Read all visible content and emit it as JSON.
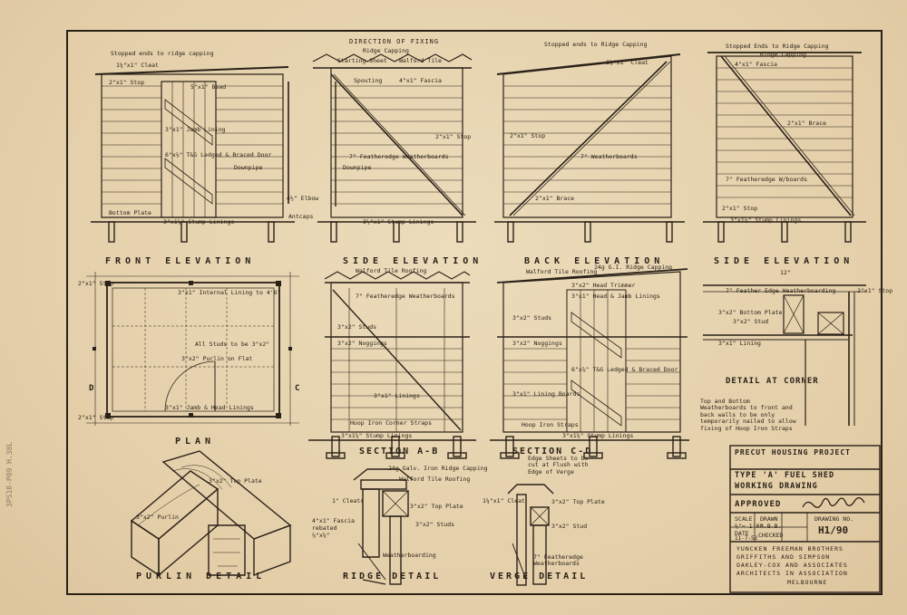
{
  "titles": {
    "front_elevation": "FRONT ELEVATION",
    "side_elevation_1": "SIDE ELEVATION",
    "back_elevation": "BACK ELEVATION",
    "side_elevation_2": "SIDE ELEVATION",
    "plan": "PLAN",
    "section_ab": "SECTION A-B",
    "section_cd": "SECTION C-D",
    "detail_corner": "DETAIL AT CORNER",
    "purlin_detail": "PURLIN DETAIL",
    "ridge_detail": "RIDGE DETAIL",
    "verge_detail": "VERGE DETAIL"
  },
  "notes": {
    "front": [
      "Stopped ends to ridge capping",
      "1¼\"x1\" Cleat",
      "2\"x1\" Stop",
      "5\"x1\" Bead",
      "3\"x1\" Jamb Lining",
      "6\"x⅞\" T&G Ledged & Braced Door",
      "Downpipe",
      "4½\" Elbow",
      "Antcaps",
      "Bottom Plate",
      "3\"x1⅝\" Stump Linings"
    ],
    "side1": [
      "DIRECTION OF FIXING",
      "Ridge Capping",
      "Starting Sheet",
      "Walford Tile",
      "Spouting",
      "4\"x1\" Fascia",
      "2\"x1\" Stop",
      "7\" Featheredge Weatherboards",
      "Downpipe",
      "3½\"x1\" Stump Linings"
    ],
    "back": [
      "Stopped ends to Ridge Capping",
      "1¼\"x1\" Cleat",
      "2\"x1\" Stop",
      "7\" Weatherboards",
      "2\"x1\" Brace"
    ],
    "side2": [
      "Stopped Ends to Ridge Capping",
      "Ridge Capping",
      "4\"x1\" Fascia",
      "2\"x1\" Brace",
      "7\" Featheredge W/boards",
      "2\"x1\" Stop",
      "3\"x1⅝\" Stump Linings"
    ],
    "plan": [
      "2\"x1\" Stop",
      "3\"x1\" Internal Lining to 4'6\"",
      "All Studs to be 3\"x2\"",
      "3\"x2\" Purlin on Flat",
      "3\"x1\" Jamb & Head Linings",
      "2\"x1\" Stop"
    ],
    "section_ab": [
      "Walford Tile Roofing",
      "7\" Featheredge Weatherboards",
      "3\"x2\" Studs",
      "3\"x2\" Noggings",
      "3\"x1\" Linings",
      "Hoop Iron Corner Straps",
      "3\"x1⅝\" Stump Linings"
    ],
    "section_cd": [
      "Walford Tile Roofing",
      "24g G.I. Ridge Capping",
      "3\"x2\" Head Trimmer",
      "3\"x1\" Head & Jamb Linings",
      "3\"x2\" Studs",
      "3\"x2\" Noggings",
      "6\"x⅞\" T&G Ledged & Braced Door",
      "3\"x1\" Lining Boards",
      "Hoop Iron Straps",
      "3\"x1⅝\" Stump Linings"
    ],
    "corner": [
      "12\"",
      "7\" Feather Edge Weatherboarding",
      "2\"x1\" Stop",
      "3\"x2\" Bottom Plate",
      "3\"x2\" Stud",
      "3\"x1\" Lining",
      "Top and Bottom Weatherboards to front and back walls to be only temporarily nailed to allow fixing of Hoop Iron Straps"
    ],
    "ridge": [
      "24g Galv. Iron Ridge Capping",
      "Walford Tile Roofing",
      "1\" Cleats",
      "3\"x2\" Top Plate",
      "3\"x2\" Studs",
      "4\"x1\" Fascia rebated ⅞\"x⅝\"",
      "Weatherboarding"
    ],
    "verge": [
      "Edge Sheets to be cut at Flush with Edge of Verge",
      "1¼\"x1\" Cleat",
      "3\"x2\" Top Plate",
      "3\"x2\" Stud",
      "7\" Featheredge Weatherboards"
    ],
    "purlin": [
      "3\"x2\" Purlin",
      "3\"x2\" Top Plate"
    ]
  },
  "title_block": {
    "project": "PRECUT HOUSING PROJECT",
    "line1": "TYPE 'A' FUEL SHED",
    "line2": "WORKING DRAWING",
    "approved_label": "APPROVED",
    "scale_label": "SCALE",
    "scale_value": "⅜\"= 1'0\"",
    "drawn_label": "DRAWN",
    "drawn_value": "R.B.B.",
    "drawing_no_label": "DRAWING NO.",
    "drawing_no_value": "H1/90",
    "date_label": "DATE",
    "date_value": "11-7-52",
    "checked_label": "CHECKED",
    "firm": [
      "YUNCKEN FREEMAN BROTHERS",
      "GRIFFITHS AND SIMPSON",
      "OAKLEY-COX AND ASSOCIATES",
      "ARCHITECTS IN ASSOCIATION",
      "MELBOURNE"
    ]
  },
  "archive_stamp": "3PS10-P09 H.38L",
  "colors": {
    "paper": "#e6d3b0",
    "ink": "#2a2118"
  }
}
